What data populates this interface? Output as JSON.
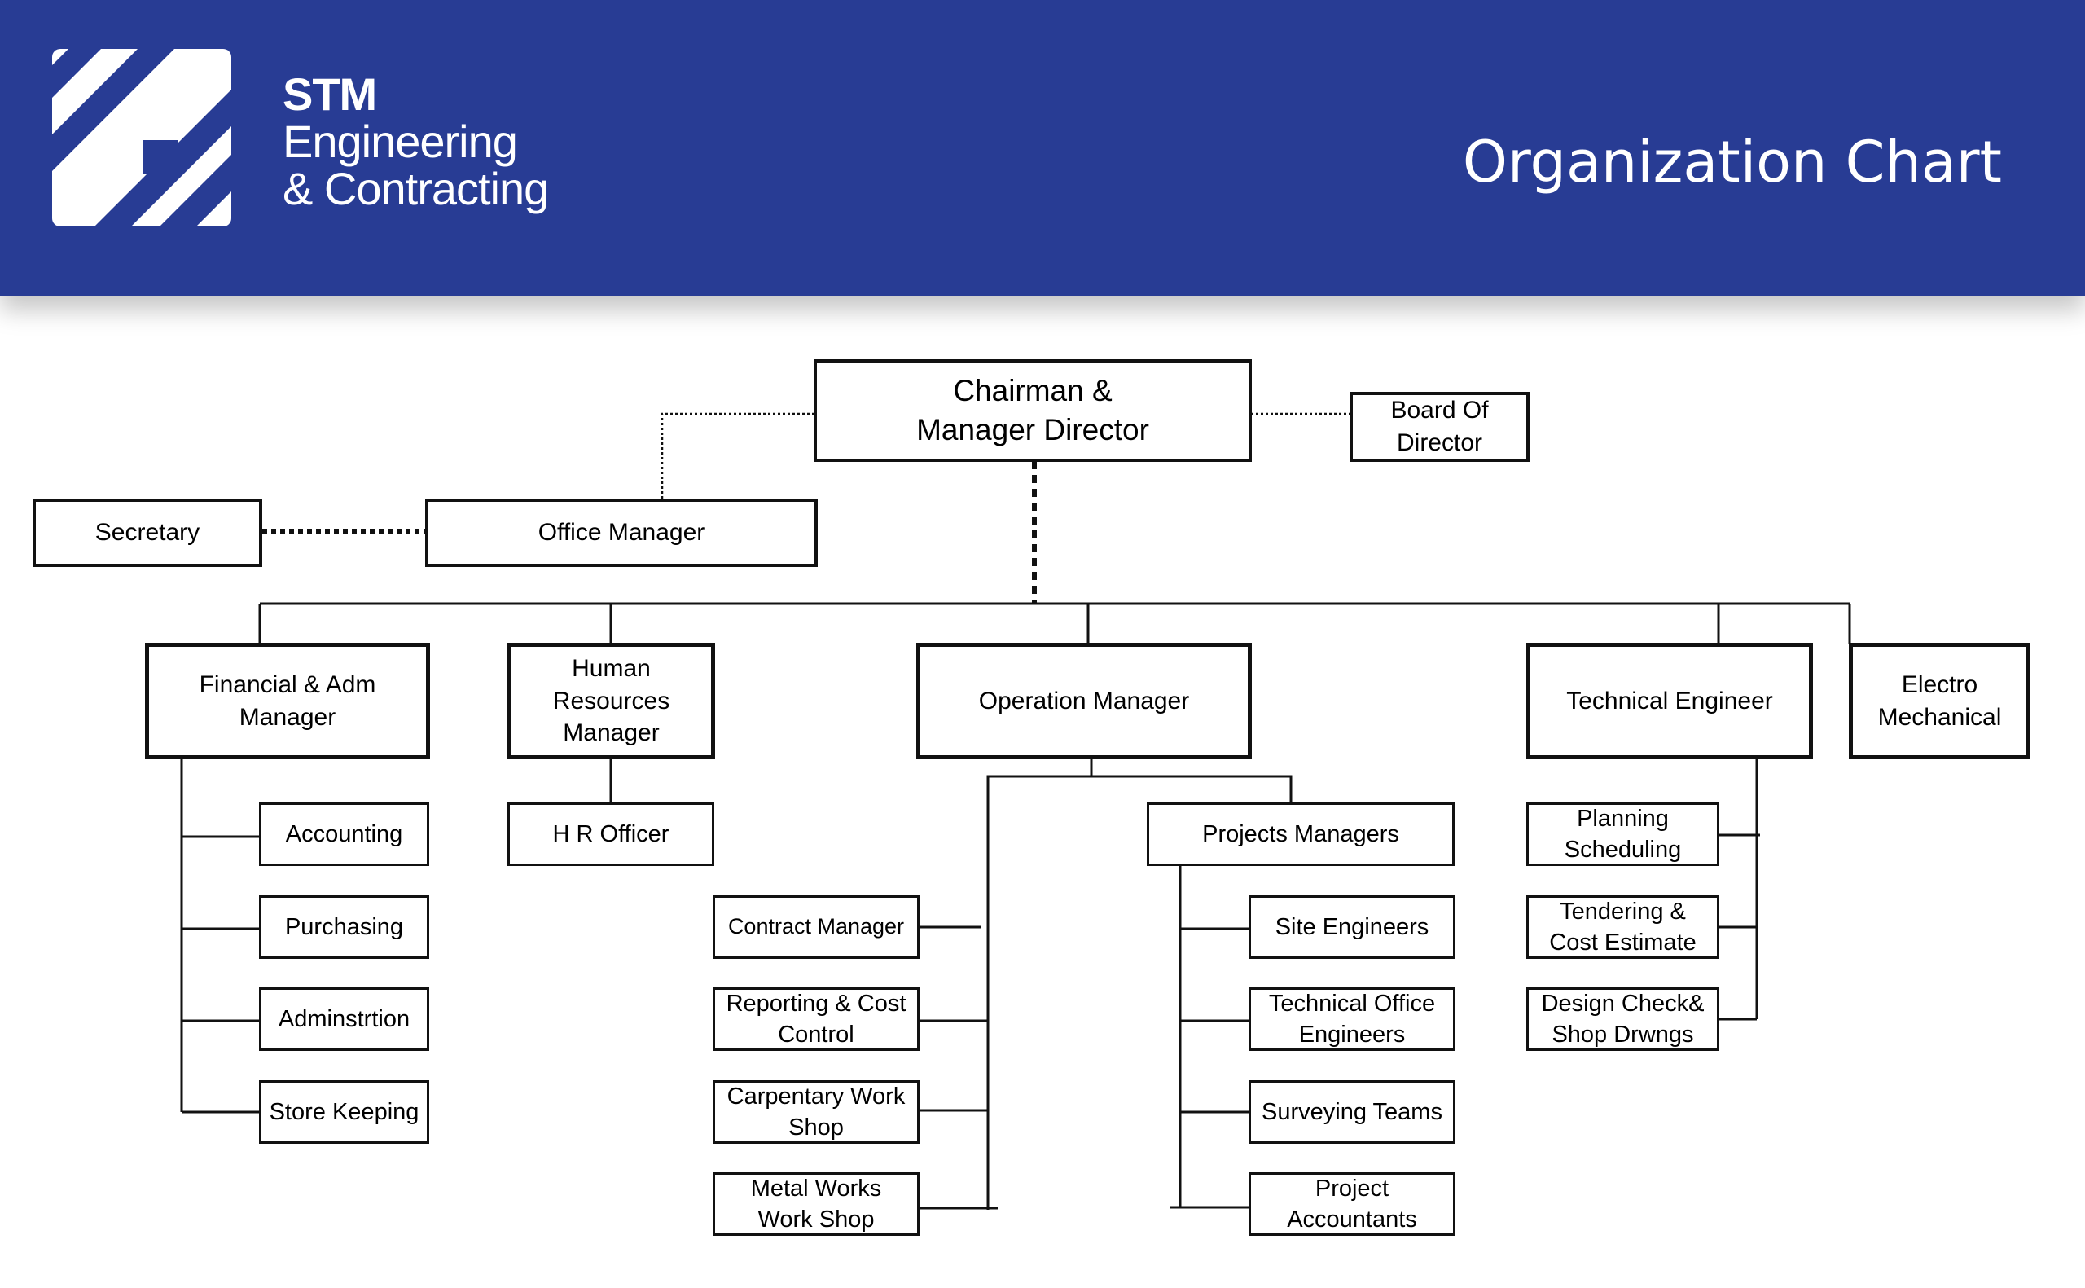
{
  "header": {
    "company_short": "STM",
    "company_line2": "Engineering",
    "company_line3": "& Contracting",
    "page_title": "Organization Chart",
    "background_color": "#283c94",
    "logo_icon": "stm-logo-icon"
  },
  "org_chart": {
    "chairman": "Chairman &\nManager Director",
    "board": "Board Of\nDirector",
    "secretary": "Secretary",
    "office_manager": "Office Manager",
    "financial_manager": "Financial & Adm\nManager",
    "hr_manager": "Human\nResources\nManager",
    "operation_manager": "Operation Manager",
    "technical_engineer": "Technical Engineer",
    "electro_mechanical": "Electro\nMechanical",
    "accounting": "Accounting",
    "purchasing": "Purchasing",
    "administration": "Adminstrtion",
    "store_keeping": "Store Keeping",
    "hr_officer": "H R Officer",
    "contract_manager": "Contract Manager",
    "reporting_cost_control": "Reporting & Cost\nControl",
    "carpentary_workshop": "Carpentary Work\nShop",
    "metal_works": "Metal Works\nWork Shop",
    "projects_managers": "Projects Managers",
    "site_engineers": "Site Engineers",
    "technical_office_engineers": "Technical Office\nEngineers",
    "surveying_teams": "Surveying Teams",
    "project_accountants": "Project\nAccountants",
    "planning_scheduling": "Planning\nScheduling",
    "tendering_cost_estimate": "Tendering &\nCost Estimate",
    "design_check": "Design Check&\nShop Drwngs"
  }
}
